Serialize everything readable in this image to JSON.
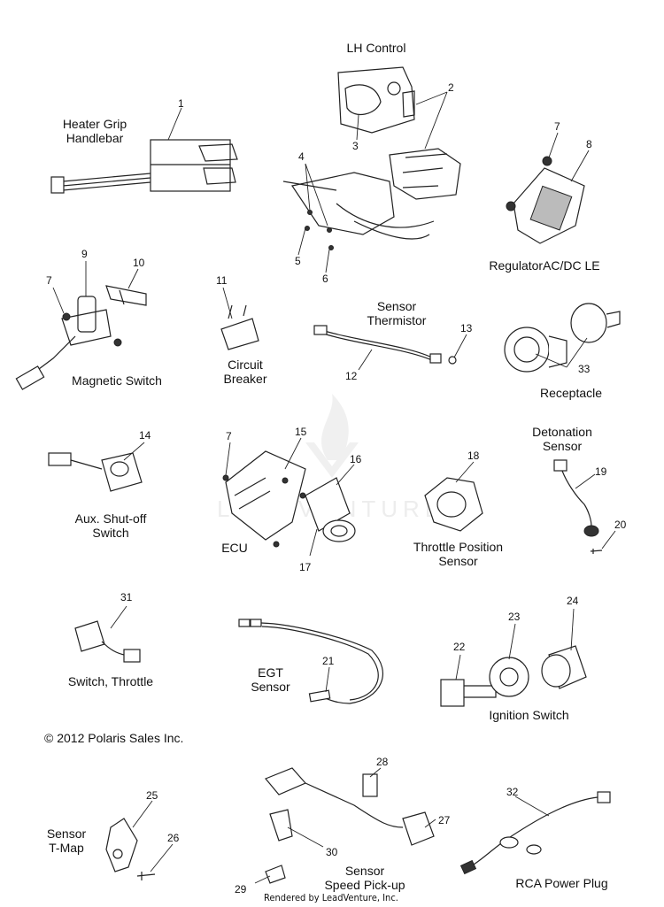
{
  "watermark": "LEADVENTURE",
  "copyright": "© 2012 Polaris Sales Inc.",
  "rendered_by": "Rendered by LeadVenture, Inc.",
  "labels": {
    "heater_grip_line1": "Heater Grip",
    "heater_grip_line2": "Handlebar",
    "lh_control": "LH Control",
    "regulator": "RegulatorAC/DC LE",
    "magnetic_switch": "Magnetic Switch",
    "circuit_line1": "Circuit",
    "circuit_line2": "Breaker",
    "sensor_thermistor_line1": "Sensor",
    "sensor_thermistor_line2": "Thermistor",
    "receptacle": "Receptacle",
    "detonation_line1": "Detonation",
    "detonation_line2": "Sensor",
    "aux_line1": "Aux. Shut-off",
    "aux_line2": "Switch",
    "ecu": "ECU",
    "throttle_pos_line1": "Throttle Position",
    "throttle_pos_line2": "Sensor",
    "switch_throttle": "Switch, Throttle",
    "egt_line1": "EGT",
    "egt_line2": "Sensor",
    "ignition_switch": "Ignition Switch",
    "tmap_line1": "Sensor",
    "tmap_line2": "T-Map",
    "speed_line1": "Sensor",
    "speed_line2": "Speed Pick-up",
    "rca_power_plug": "RCA Power Plug"
  },
  "callouts": {
    "n1": "1",
    "n2": "2",
    "n3": "3",
    "n4": "4",
    "n5": "5",
    "n6": "6",
    "n7a": "7",
    "n8": "8",
    "n7b": "7",
    "n9": "9",
    "n10": "10",
    "n11": "11",
    "n12": "12",
    "n13": "13",
    "n33": "33",
    "n14": "14",
    "n7c": "7",
    "n15": "15",
    "n16": "16",
    "n17": "17",
    "n18": "18",
    "n19": "19",
    "n20": "20",
    "n31": "31",
    "n21": "21",
    "n22": "22",
    "n23": "23",
    "n24": "24",
    "n25": "25",
    "n26": "26",
    "n28": "28",
    "n27": "27",
    "n30": "30",
    "n29": "29",
    "n32": "32"
  }
}
